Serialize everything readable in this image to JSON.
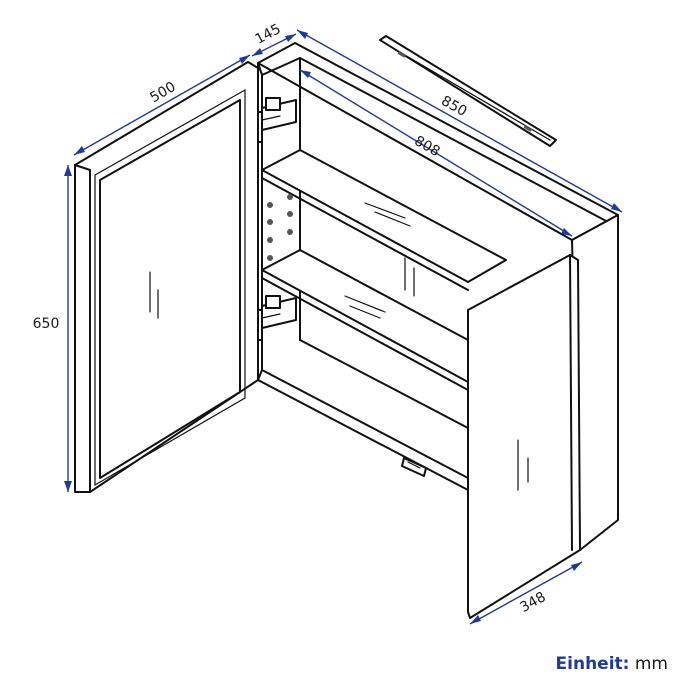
{
  "dimensions": {
    "width_total": "850",
    "width_inner": "808",
    "depth": "145",
    "door_width": "500",
    "height": "650",
    "door_depth": "348"
  },
  "unit": {
    "label": "Einheit:",
    "value": "mm"
  },
  "colors": {
    "line": "#111111",
    "dimension": "#1f3b95",
    "unit_label": "#1f3b95"
  }
}
